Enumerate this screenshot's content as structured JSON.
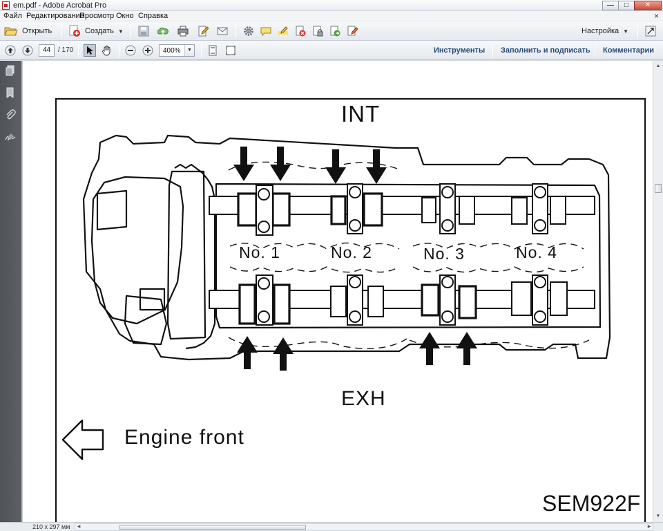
{
  "window": {
    "title": "em.pdf - Adobe Acrobat Pro",
    "min_glyph": "—",
    "max_glyph": "□",
    "close_glyph": "✕"
  },
  "menu": {
    "items": [
      "Файл",
      "Редактирование",
      "Просмотр",
      "Окно",
      "Справка"
    ],
    "doc_close": "×"
  },
  "toolbar": {
    "open_label": "Открыть",
    "create_label": "Создать",
    "customize_label": "Настройка"
  },
  "navigation": {
    "page_current": "44",
    "page_total": "/ 170",
    "zoom": "400%"
  },
  "panels": {
    "tools": "Инструменты",
    "fill_sign": "Заполнить и подписать",
    "comments": "Комментарии"
  },
  "figure": {
    "top_label": "INT",
    "bottom_label": "EXH",
    "front_label": "Engine front",
    "code": "SEM922F",
    "cylinders": [
      "No. 1",
      "No. 2",
      "No. 3",
      "No. 4"
    ]
  },
  "status": {
    "page_size": "210 x 297 мм"
  }
}
